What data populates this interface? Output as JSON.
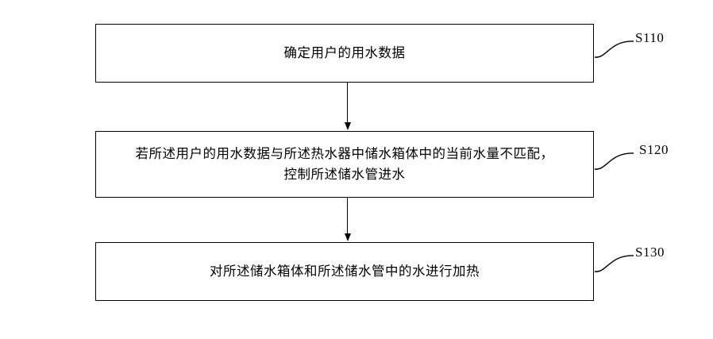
{
  "figure": {
    "background": "#ffffff",
    "line_color": "#000000"
  },
  "steps": [
    {
      "id": "S110",
      "lines": {
        "0": "确定用户的用水数据"
      }
    },
    {
      "id": "S120",
      "lines": {
        "0": "若所述用户的用水数据与所述热水器中储水箱体中的当前水量不匹配，",
        "1": "控制所述储水管进水"
      }
    },
    {
      "id": "S130",
      "lines": {
        "0": "对所述储水箱体和所述储水管中的水进行加热"
      }
    }
  ]
}
